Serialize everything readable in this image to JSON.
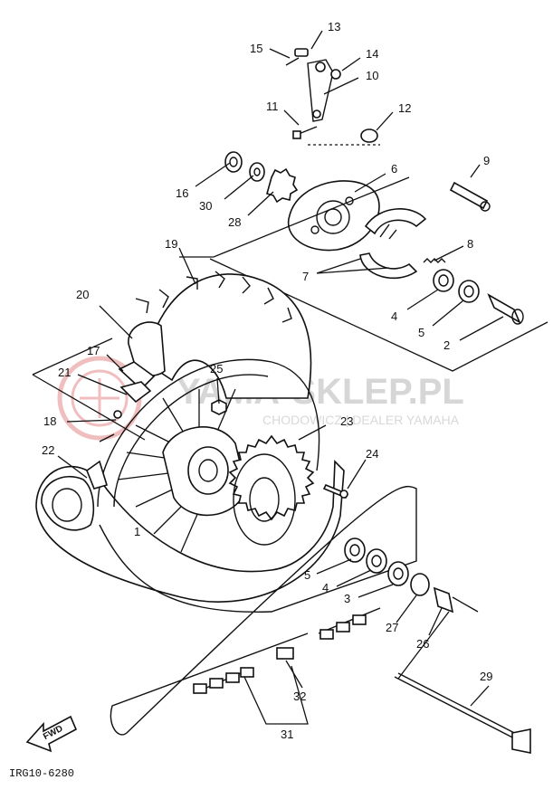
{
  "diagram": {
    "code": "IRG10-6280",
    "fwd_label": "FWD",
    "watermark": {
      "title": "YAMA-SKLEP.PL",
      "subtitle": "CHODOWICZ | DEALER YAMAHA"
    },
    "part_labels": [
      "13",
      "15",
      "14",
      "10",
      "11",
      "12",
      "9",
      "16",
      "30",
      "28",
      "6",
      "19",
      "8",
      "7",
      "20",
      "4",
      "5",
      "2",
      "17",
      "21",
      "25",
      "18",
      "23",
      "22",
      "24",
      "1",
      "5",
      "4",
      "3",
      "27",
      "26",
      "29",
      "32",
      "31"
    ],
    "colors": {
      "line": "#111111",
      "watermark": "#c9c9c9",
      "watermark_logo": "#e58a8a"
    }
  }
}
